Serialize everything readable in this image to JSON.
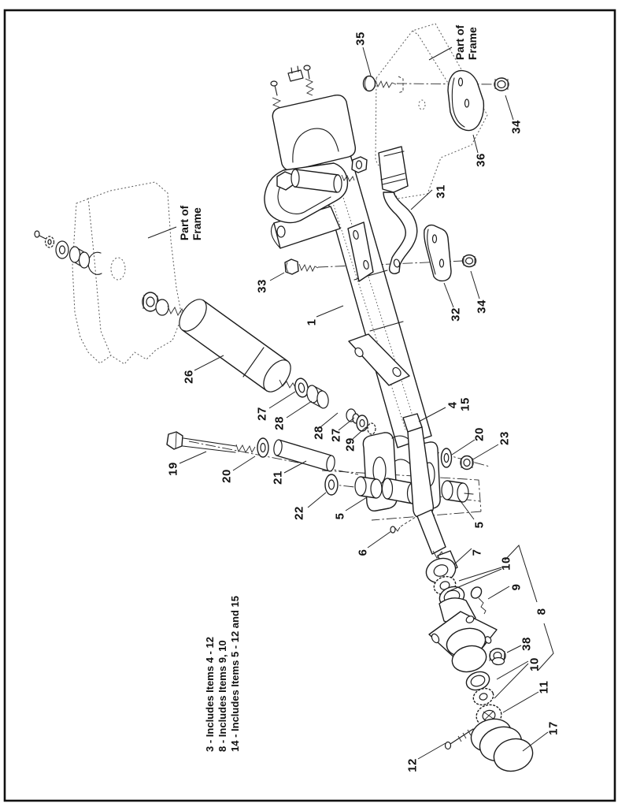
{
  "figure": {
    "kind": "exploded-parts-diagram",
    "paper_color": "#ffffff",
    "ink_color": "#1c1c1c"
  },
  "labels": {
    "part_of_frame": "Part of\nFrame",
    "callouts": [
      "35",
      "34",
      "36",
      "31",
      "32",
      "34",
      "33",
      "1",
      "26",
      "27",
      "28",
      "19",
      "20",
      "21",
      "22",
      "4",
      "15",
      "28",
      "27",
      "29",
      "20",
      "23",
      "5",
      "5",
      "6",
      "7",
      "10",
      "9",
      "8",
      "38",
      "10",
      "11",
      "12",
      "17"
    ]
  },
  "notes": [
    "3 - Includes Items 4 - 12",
    "8 - Includes Items 9, 10",
    "14 - Includes Items 5 - 12 and 15"
  ]
}
